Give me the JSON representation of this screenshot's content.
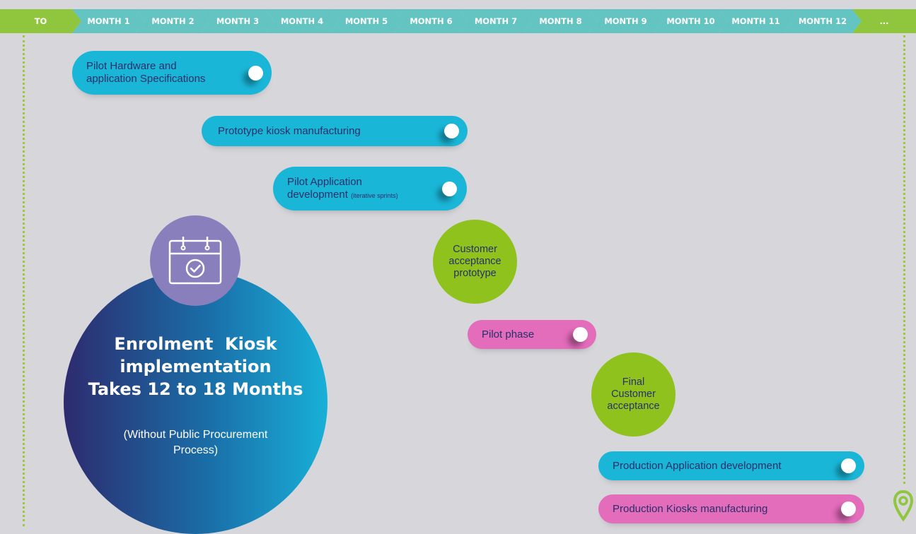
{
  "timeline": {
    "segments": [
      "TO",
      "MONTH 1",
      "MONTH 2",
      "MONTH 3",
      "MONTH 4",
      "MONTH 5",
      "MONTH 6",
      "MONTH 7",
      "MONTH 8",
      "MONTH 9",
      "MONTH 10",
      "MONTH 11",
      "MONTH 12",
      "..."
    ]
  },
  "tasks": {
    "t1_line1": "Pilot Hardware and",
    "t1_line2": "application Specifications",
    "t2": "Prototype kiosk manufacturing",
    "t3_line1": "Pilot Application",
    "t3_line2": "development",
    "t3_note": "(iterative sprints)",
    "t4_line1": "Customer",
    "t4_line2": "acceptance",
    "t4_line3": "prototype",
    "t5": "Pilot phase",
    "t6_line1": "Final",
    "t6_line2": "Customer",
    "t6_line3": "acceptance",
    "t7": "Production Application development",
    "t8": "Production Kiosks manufacturing"
  },
  "summary": {
    "title_line1": "Enrolment  Kiosk",
    "title_line2": "implementation",
    "title_line3": "Takes 12 to 18 Months",
    "sub_line1": "(Without Public Procurement",
    "sub_line2": "Process)"
  },
  "colors": {
    "background": "#d6d6db",
    "timeline_green": "#8fc63d",
    "timeline_teal": "#63c4c1",
    "pill_cyan": "#1ab6d8",
    "pill_pink": "#e36cbb",
    "milestone_green": "#8fc21d",
    "text_navy": "#27306b",
    "calendar_purple": "#8a7fbd"
  },
  "icons": [
    "calendar-check-icon",
    "location-pin-icon"
  ]
}
